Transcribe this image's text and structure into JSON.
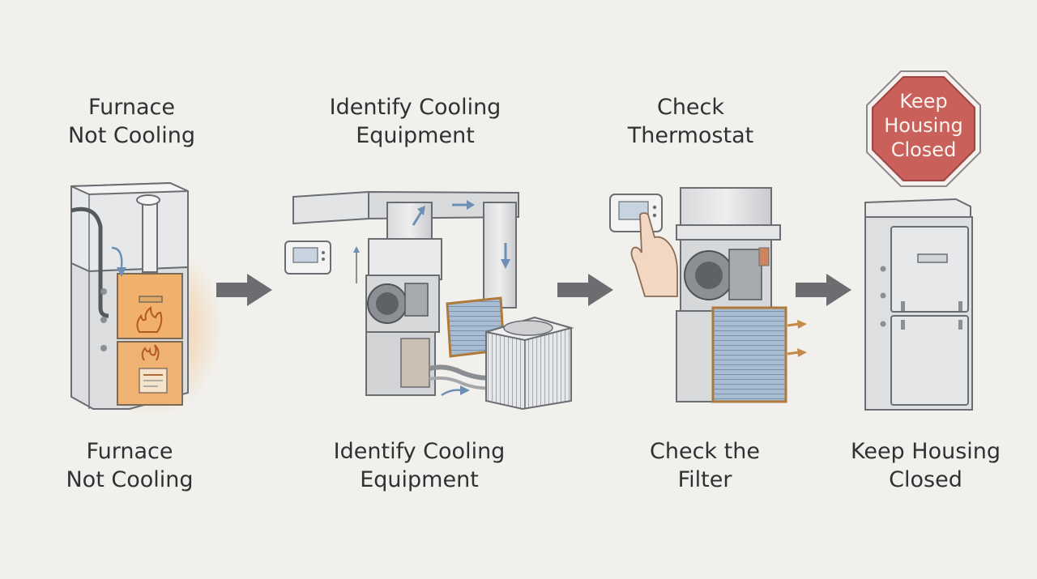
{
  "steps": [
    {
      "top_label": [
        "Furnace",
        "Not Cooling"
      ],
      "bottom_label": [
        "Furnace",
        "Not Cooling"
      ]
    },
    {
      "top_label": [
        "Identify Cooling",
        "Equipment"
      ],
      "bottom_label": [
        "Identify Cooling",
        "Equipment"
      ]
    },
    {
      "top_label": [
        "Check",
        "Thermostat"
      ],
      "bottom_label": [
        "Check the",
        "Filter"
      ]
    },
    {
      "top_sign": [
        "Keep",
        "Housing",
        "Closed"
      ],
      "bottom_label": [
        "Keep Housing",
        "Closed"
      ]
    }
  ],
  "colors": {
    "background": "#f1f0ec",
    "stop_sign": "#c9605a",
    "flame": "#e8a25a",
    "arrow": "#6b6d70",
    "airflow": "#6d8fb3"
  },
  "icons": [
    "furnace-icon",
    "cooling-system-icon",
    "thermostat-icon",
    "air-handler-icon",
    "closed-furnace-icon",
    "stop-sign-icon",
    "arrow-right-icon"
  ]
}
